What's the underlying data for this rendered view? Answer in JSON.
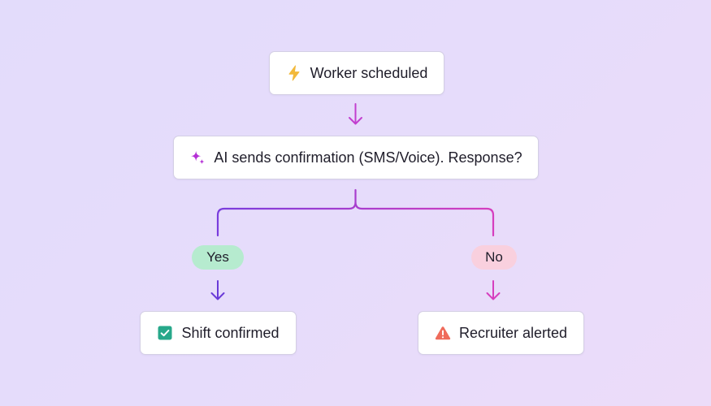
{
  "nodes": {
    "start": {
      "label": "Worker scheduled",
      "icon": "lightning-bolt-icon"
    },
    "decision": {
      "label": "AI sends confirmation (SMS/Voice). Response?",
      "icon": "sparkle-icon"
    },
    "yes_outcome": {
      "label": "Shift confirmed",
      "icon": "checkbox-checked-icon"
    },
    "no_outcome": {
      "label": "Recruiter alerted",
      "icon": "warning-triangle-icon"
    }
  },
  "branches": {
    "yes": {
      "label": "Yes"
    },
    "no": {
      "label": "No"
    }
  },
  "colors": {
    "bolt": "#f2b93b",
    "sparkle": "#b530d6",
    "check": "#27a88a",
    "warning": "#ef6b5b",
    "line_purple": "#7a3ddd",
    "line_magenta": "#d63fbe",
    "pill_yes": "#b6ebcf",
    "pill_no": "#f9d0de"
  }
}
